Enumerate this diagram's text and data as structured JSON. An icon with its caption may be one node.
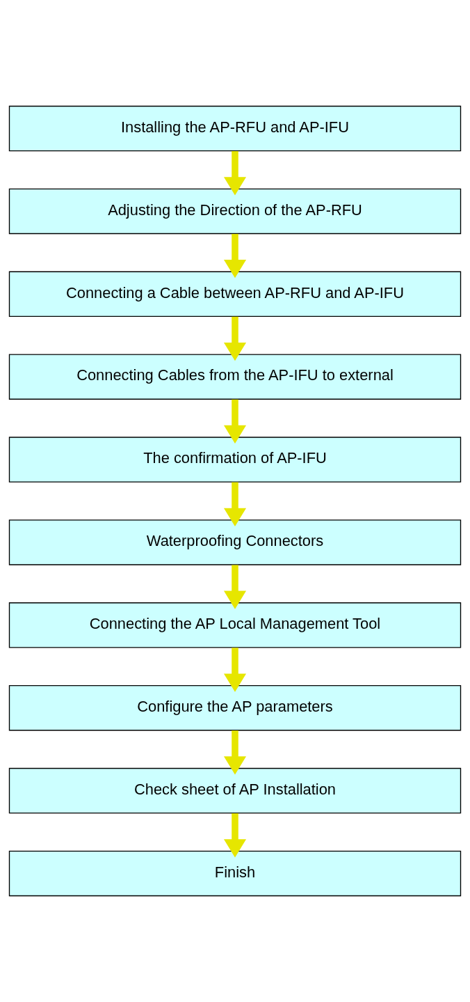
{
  "diagram": {
    "nodes": [
      {
        "text": [
          "Installing the AP-RFU and AP-IFU"
        ]
      },
      {
        "text": [
          "Adjusting the Direction of the AP-RFU"
        ]
      },
      {
        "text": [
          "Connecting a Cable between AP-RFU and AP-IFU"
        ]
      },
      {
        "text": [
          "Connecting Cables from the AP-IFU to external"
        ]
      },
      {
        "text": [
          "The confirmation of AP-IFU"
        ]
      },
      {
        "text": [
          "Waterproofing Connectors"
        ]
      },
      {
        "text": [
          "Connecting the AP Local Management Tool"
        ]
      },
      {
        "text": [
          "Configure the AP parameters"
        ]
      },
      {
        "text": [
          "Check sheet of AP Installation"
        ]
      },
      {
        "text": [
          "Finish"
        ]
      }
    ],
    "edges": [
      {
        "from": 0,
        "to": 1,
        "arrow": "to"
      },
      {
        "from": 1,
        "to": 2,
        "arrow": "to"
      },
      {
        "from": 2,
        "to": 3,
        "arrow": "to"
      },
      {
        "from": 3,
        "to": 4,
        "arrow": "to"
      },
      {
        "from": 4,
        "to": 5,
        "arrow": "to"
      },
      {
        "from": 5,
        "to": 6,
        "arrow": "to"
      },
      {
        "from": 6,
        "to": 7,
        "arrow": "to"
      },
      {
        "from": 7,
        "to": 8,
        "arrow": "to"
      },
      {
        "from": 8,
        "to": 9,
        "arrow": "to"
      }
    ]
  }
}
